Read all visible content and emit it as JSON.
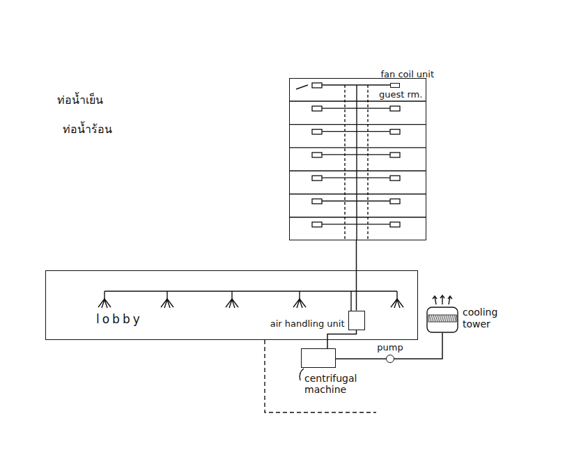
{
  "diagram": {
    "nodes": [
      {
        "text": [
          "guest rm."
        ]
      },
      {
        "text": [
          "fan coil unit"
        ],
        "in": 0
      },
      {
        "text": [
          "lobby"
        ]
      },
      {
        "text": [
          "air handling unit"
        ],
        "in": 2
      },
      {
        "text": [
          "centrifugal machine"
        ]
      },
      {
        "text": [
          "pump"
        ]
      },
      {
        "text": [
          "cooling tower"
        ]
      }
    ],
    "edges": [
      {
        "from": 0,
        "to": 3,
        "arrow": "none"
      },
      {
        "from": 3,
        "to": 4,
        "arrow": "none"
      },
      {
        "from": 4,
        "to": 5,
        "arrow": "none"
      },
      {
        "from": 5,
        "to": 6,
        "arrow": "none"
      }
    ],
    "labels": [
      "ท่อน้ำเย็น",
      "ท่อน้ำร้อน"
    ]
  }
}
